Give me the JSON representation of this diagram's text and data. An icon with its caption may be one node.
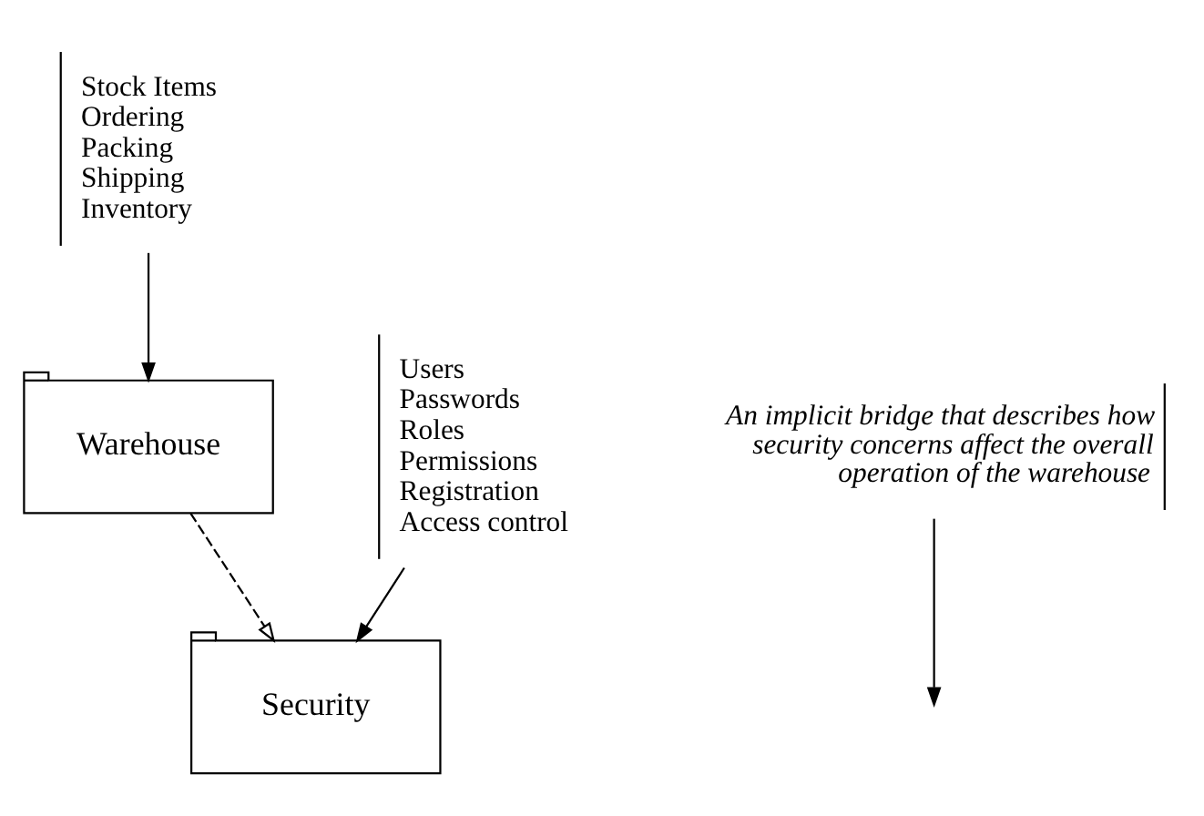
{
  "diagram": {
    "nodes": [
      {
        "text": [
          "Stock Items",
          "Ordering",
          "Packing",
          "Shipping",
          "Inventory"
        ]
      },
      {
        "text": [
          "Warehouse"
        ]
      },
      {
        "text": [
          "An implicit bridge that describes how security concerns affect the overall operation of the warehouse"
        ]
      },
      {
        "text": [
          "Security"
        ]
      },
      {
        "text": [
          "Users",
          "Passwords",
          "Roles",
          "Permissions",
          "Registration",
          "Access control"
        ]
      }
    ],
    "edges": [
      {
        "from": 0,
        "to": 1,
        "arrow": "to"
      },
      {
        "from": 1,
        "to": 3,
        "arrow": "to",
        "style": "dashed"
      },
      {
        "from": 2,
        "to": null,
        "arrow": "to"
      },
      {
        "from": 4,
        "to": 3,
        "arrow": "to"
      }
    ]
  }
}
